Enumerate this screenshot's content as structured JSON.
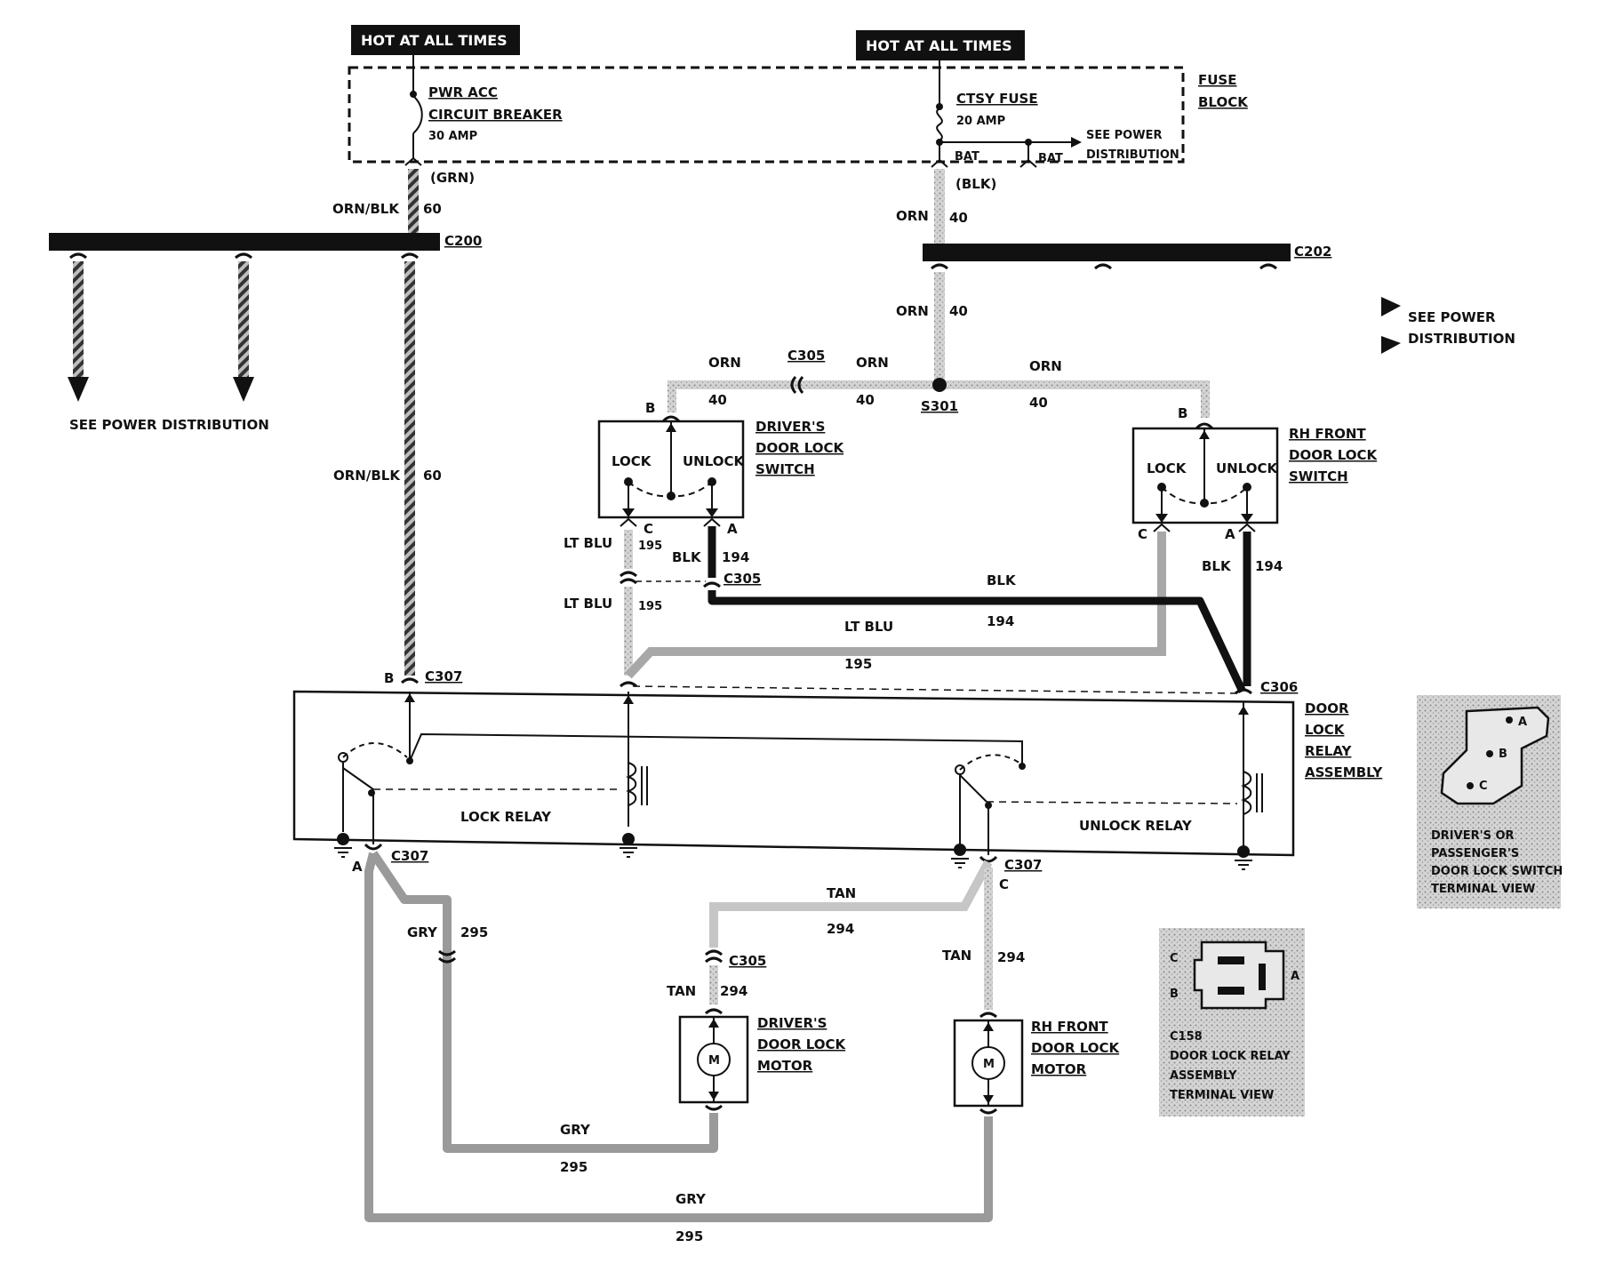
{
  "labels": {
    "hot1": "HOT AT ALL TIMES",
    "hot2": "HOT AT ALL TIMES",
    "fuse_block_1": "FUSE",
    "fuse_block_2": "BLOCK",
    "pwr_acc_1": "PWR ACC",
    "pwr_acc_2": "CIRCUIT BREAKER",
    "pwr_acc_3": "30 AMP",
    "ctsy_1": "CTSY FUSE",
    "ctsy_2": "20 AMP",
    "bat1": "BAT",
    "bat2": "BAT",
    "see_pd_1": "SEE POWER",
    "see_pd_2": "DISTRIBUTION",
    "grn": "(GRN)",
    "blk_paren": "(BLK)",
    "orn_blk_top": "ORN/BLK",
    "n60_top": "60",
    "c200": "C200",
    "orn_top": "ORN",
    "n40_top": "40",
    "c202": "C202",
    "orn_mid": "ORN",
    "n40_mid": "40",
    "see_pd_right_1": "SEE POWER",
    "see_pd_right_2": "DISTRIBUTION",
    "see_pd_left": "SEE POWER DISTRIBUTION",
    "orn_a": "ORN",
    "n40_a": "40",
    "c305_top": "C305",
    "orn_b": "ORN",
    "n40_b": "40",
    "orn_c": "ORN",
    "n40_c": "40",
    "s301": "S301",
    "orn_blk_mid": "ORN/BLK",
    "n60_mid": "60",
    "b_drv": "B",
    "b_rh": "B",
    "drv_sw_1": "DRIVER'S",
    "drv_sw_2": "DOOR LOCK",
    "drv_sw_3": "SWITCH",
    "rh_sw_1": "RH FRONT",
    "rh_sw_2": "DOOR LOCK",
    "rh_sw_3": "SWITCH",
    "lock_drv": "LOCK",
    "unlock_drv": "UNLOCK",
    "lock_rh": "LOCK",
    "unlock_rh": "UNLOCK",
    "c_drv": "C",
    "a_drv": "A",
    "c_rh": "C",
    "a_rh": "A",
    "ltblu1": "LT BLU",
    "n195_1": "195",
    "blk_a": "BLK",
    "n194_a": "194",
    "c305_mid": "C305",
    "blk_b": "BLK",
    "n194_b": "194",
    "blk_c": "BLK",
    "n194_c": "194",
    "ltblu2": "LT BLU",
    "n195_2": "195",
    "ltblu3": "LT BLU",
    "n195_3": "195",
    "b_relay": "B",
    "c307_top": "C307",
    "c306": "C306",
    "relay_1": "DOOR",
    "relay_2": "LOCK",
    "relay_3": "RELAY",
    "relay_4": "ASSEMBLY",
    "lock_relay": "LOCK RELAY",
    "unlock_relay": "UNLOCK RELAY",
    "a_bot": "A",
    "c307_botl": "C307",
    "c307_botr": "C307",
    "c_bot": "C",
    "tan_top": "TAN",
    "n294_top": "294",
    "gry_a": "GRY",
    "n295_a": "295",
    "c305_bot": "C305",
    "tan_mid": "TAN",
    "n294_mid": "294",
    "tan_r": "TAN",
    "n294_r": "294",
    "drv_mot_1": "DRIVER'S",
    "drv_mot_2": "DOOR LOCK",
    "drv_mot_3": "MOTOR",
    "rh_mot_1": "RH FRONT",
    "rh_mot_2": "DOOR LOCK",
    "rh_mot_3": "MOTOR",
    "m1": "M",
    "m2": "M",
    "gry_b": "GRY",
    "n295_b": "295",
    "gry_c": "GRY",
    "n295_c": "295",
    "tv1_1": "DRIVER'S OR",
    "tv1_2": "PASSENGER'S",
    "tv1_3": "DOOR LOCK SWITCH",
    "tv1_4": "TERMINAL VIEW",
    "tv1_a": "A",
    "tv1_b": "B",
    "tv1_c": "C",
    "tv2_1": "C158",
    "tv2_2": "DOOR LOCK RELAY",
    "tv2_3": "ASSEMBLY",
    "tv2_4": "TERMINAL VIEW",
    "tv2_c": "C",
    "tv2_b": "B",
    "tv2_a": "A"
  },
  "colors": {
    "ink": "#111111",
    "gray_wire": "#9a9a9a",
    "light_wire": "#c8c8c8",
    "hatch_bg": "#d9d9d9"
  }
}
